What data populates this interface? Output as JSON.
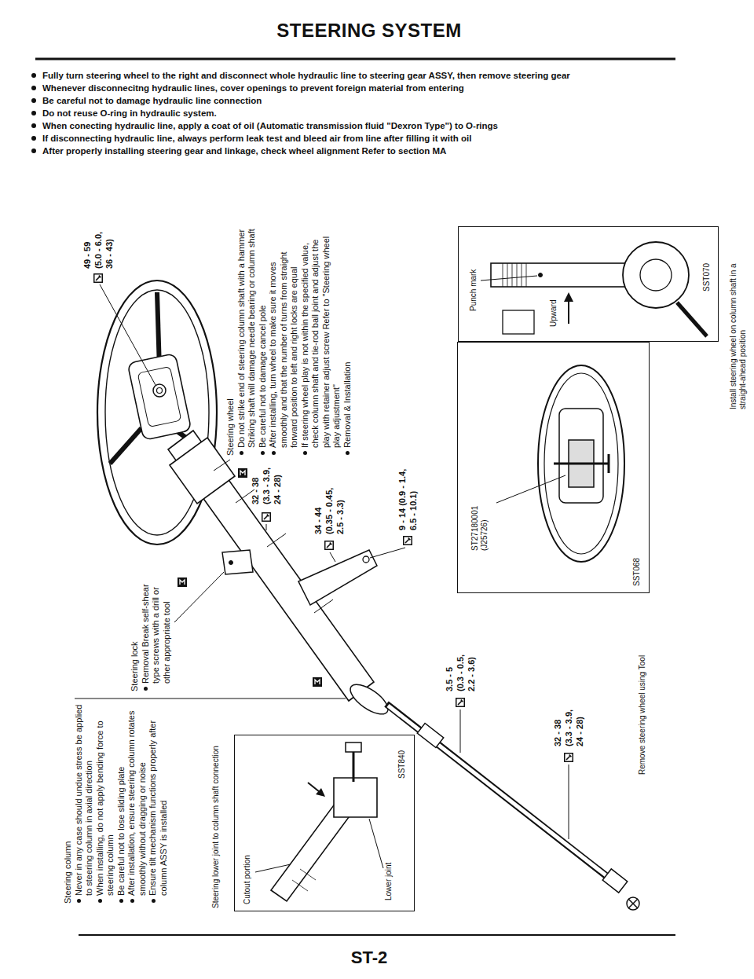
{
  "diagram": {
    "title": "STEERING SYSTEM",
    "nodes": [
      {
        "text": [
          "Punch mark",
          "Upward",
          "SST070",
          "Install steering wheel on column shaft in a straight-ahead position"
        ]
      },
      {
        "text": [
          "ST27180001 (J25726)",
          "SST068",
          "Remove steering wheel using Tool"
        ]
      },
      {
        "text": [
          "Cutout portion",
          "Lower joint",
          "SST840",
          "Steering lower joint to column shaft connection"
        ]
      }
    ],
    "labels": [
      "Fully turn steering wheel to the right and disconnect whole hydraulic line to steering gear ASSY, then remove steering gear",
      "Whenever disconnecitng hydraulic lines, cover openings to prevent foreign material from entering",
      "Be careful not to damage hydraulic line connection",
      "Do not reuse O-ring in hydraulic system.",
      "When conecting hydraulic line, apply a coat of oil (Automatic transmission fluid \"Dexron Type\") to O-rings",
      "If disconnecting hydraulic line, always perform leak test and bleed air from line after filling it with oil",
      "After properly installing steering gear and linkage, check wheel alignment Refer to section MA",
      "Steering wheel",
      "Do not strike end of steering column shaft with a hammer Striking shaft will damage needle bearing or column shaft",
      "Be careful not to damage cancel pole",
      "After installing, turn wheel to make sure it moves smoothly and that the number of turns from straight forward position to left and right locks are equal",
      "If steering wheel play is not within the specified value, check column shaft and tie-rod ball joint and adjust the play with retainer adjust screw Refer to \"Steering wheel play adjustment\"",
      "Removal & Installation",
      "49 - 59 (5.0 - 6.0, 36 - 43)",
      "32 - 38 (3.3 - 3.9, 24 - 28)",
      "34 - 44 (0.35 - 0.45, 2.5 - 3.3)",
      "9 - 14 (0.9 - 1.4, 6.5 - 10.1)",
      "Steering lock",
      "Removal Break self-shear type screws with a drill or other appropriate tool",
      "Steering column",
      "Never in any case should undue stress be applied to steering column in axial direction",
      "When installing, do not apply bending force to steering column",
      "Be careful not to lose sliding plate",
      "After installation, ensure steering column rotates smoothly without dragging or noise",
      "Ensure tilt mechanism functions properly after column ASSY is installed",
      "3.5 - 5 (0.3 - 0.5, 2.2 - 3.6)",
      "32 - 38 (3.3 - 3.9, 24 - 28)",
      "ST-2"
    ]
  }
}
